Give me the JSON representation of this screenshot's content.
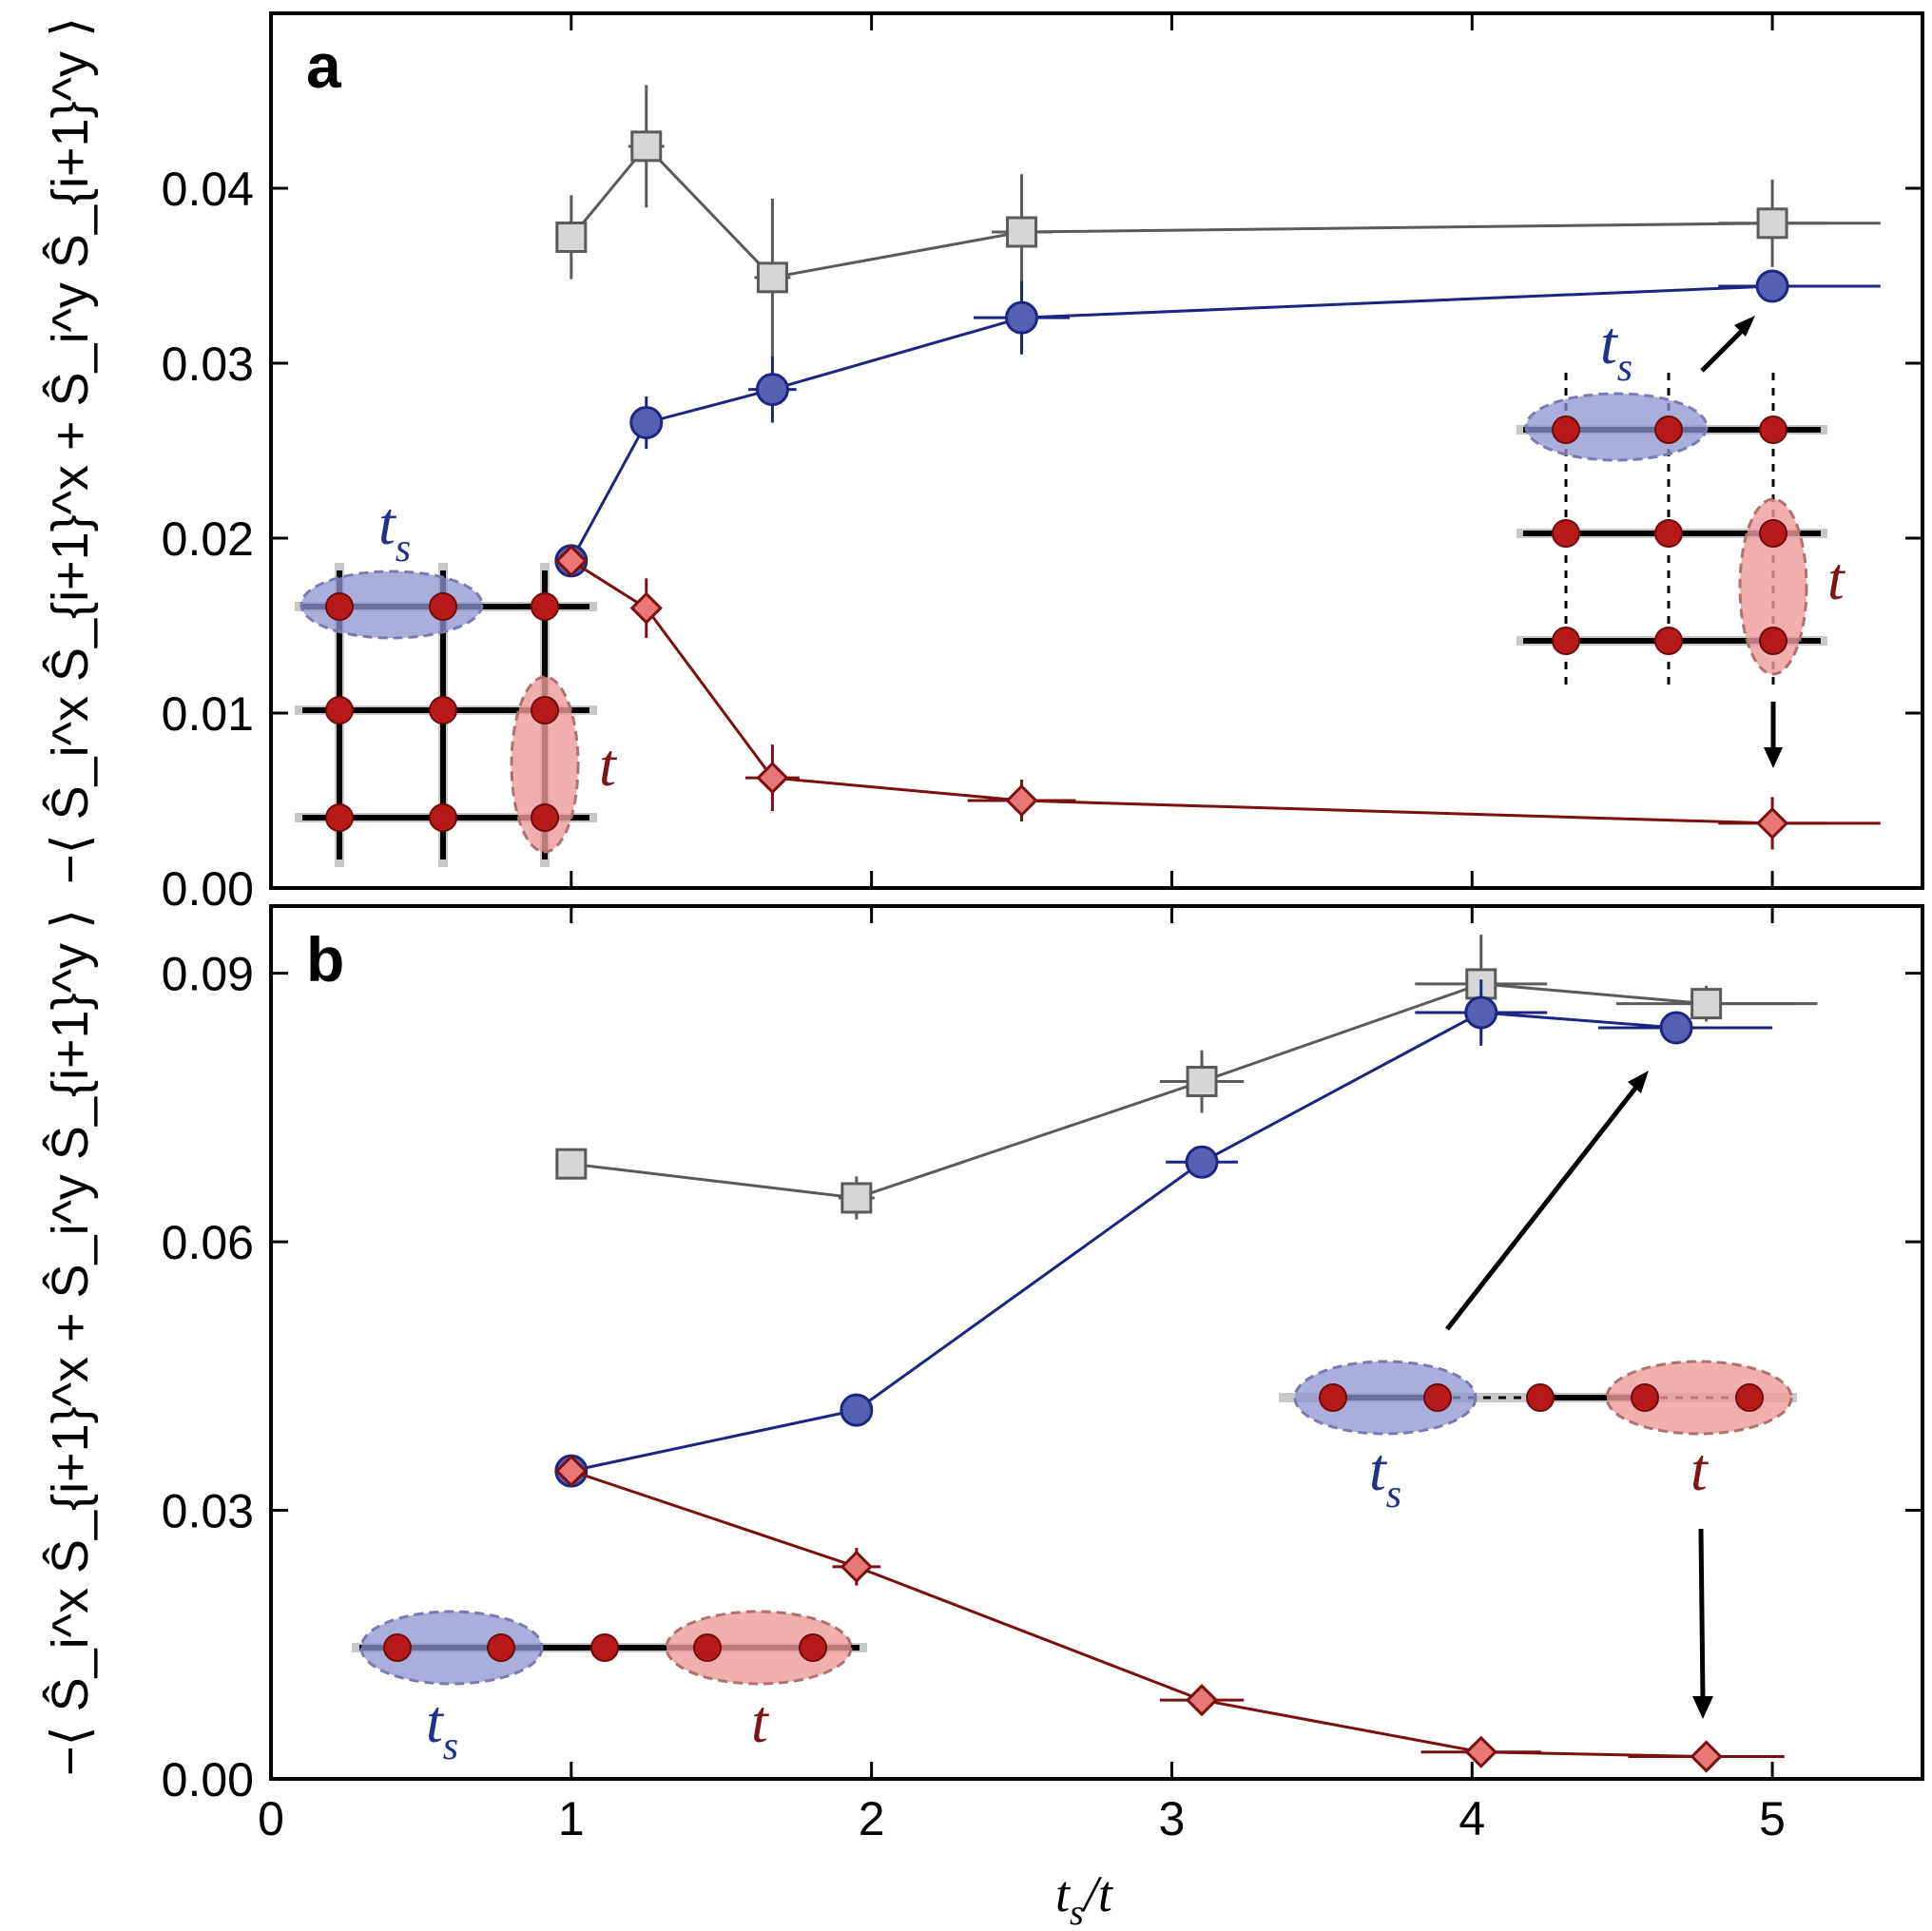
{
  "colors": {
    "gray_line": "#5a5a5a",
    "gray_fill": "#d6d6d6",
    "blue_line": "#1c2580",
    "blue_fill": "#5560b0",
    "red_line": "#7a1010",
    "red_fill": "#e87878",
    "ellipse_blue": "#9aa0d6",
    "ellipse_red": "#f0a0a0",
    "site_red": "#b81a1a"
  },
  "axis": {
    "xlabel_main": "t",
    "xlabel_sub": "s",
    "xlabel_tail": "/t",
    "ylabel": "−⟨ Ŝ_i^x Ŝ_{i+1}^x + Ŝ_i^y Ŝ_{i+1}^y ⟩",
    "xlim": [
      0,
      5.5
    ],
    "xticks": [
      "0",
      "1",
      "2",
      "3",
      "4",
      "5"
    ]
  },
  "annotations": {
    "ts": "t",
    "ts_sub": "s",
    "t": "t"
  },
  "chart_data": [
    {
      "panel": "a",
      "type": "line",
      "ylim": [
        0,
        0.05
      ],
      "yticks": [
        "0.00",
        "0.01",
        "0.02",
        "0.03",
        "0.04"
      ],
      "ytick_values": [
        0,
        0.01,
        0.02,
        0.03,
        0.04
      ],
      "series": [
        {
          "marker": "square",
          "x": [
            1.0,
            1.25,
            1.67,
            2.5,
            5.0,
            5.36
          ],
          "y": [
            0.0372,
            0.0424,
            0.0349,
            0.0375,
            0.038,
            0.038
          ],
          "yerr": [
            0.0024,
            0.0035,
            0.0045,
            0.0033,
            0.0025,
            null
          ],
          "xerr": [
            0.0,
            0.06,
            0.06,
            0.1,
            0.18,
            null
          ]
        },
        {
          "marker": "circle",
          "x": [
            1.0,
            1.25,
            1.67,
            2.5,
            5.0,
            5.36
          ],
          "y": [
            0.0187,
            0.0266,
            0.0285,
            0.0326,
            0.0344,
            0.0344
          ],
          "yerr": [
            0.0008,
            0.0015,
            0.0019,
            0.0021,
            0.0,
            null
          ],
          "xerr": [
            0.0,
            0.04,
            0.08,
            0.16,
            0.18,
            null
          ]
        },
        {
          "marker": "diamond",
          "x": [
            1.0,
            1.25,
            1.67,
            2.5,
            5.0,
            5.36
          ],
          "y": [
            0.0187,
            0.016,
            0.0063,
            0.005,
            0.0037,
            0.0037
          ],
          "yerr": [
            0.0,
            0.0017,
            0.0019,
            0.0012,
            0.0015,
            null
          ],
          "xerr": [
            0.0,
            0.05,
            0.09,
            0.18,
            0.18,
            null
          ]
        }
      ]
    },
    {
      "panel": "b",
      "type": "line",
      "ylim": [
        0,
        0.0975
      ],
      "yticks": [
        "0.00",
        "0.03",
        "0.06",
        "0.09"
      ],
      "ytick_values": [
        0,
        0.03,
        0.06,
        0.09
      ],
      "series": [
        {
          "marker": "square",
          "x": [
            1.0,
            1.95,
            3.1,
            4.03,
            4.78,
            5.15
          ],
          "y": [
            0.0687,
            0.0649,
            0.0779,
            0.0888,
            0.0866,
            0.0866
          ],
          "yerr": [
            0.0,
            0.0024,
            0.0035,
            0.0055,
            0.002,
            null
          ],
          "xerr": [
            0.0,
            0.06,
            0.14,
            0.22,
            0.3,
            null
          ],
          "seg_to_prev": [
            false,
            true,
            true,
            true,
            true,
            true
          ]
        },
        {
          "marker": "circle",
          "x": [
            1.0,
            1.95,
            3.1,
            4.03,
            4.68,
            5.0
          ],
          "y": [
            0.0344,
            0.0412,
            0.0689,
            0.0856,
            0.0839,
            0.0839
          ],
          "yerr": [
            0.0,
            0.0012,
            0.0,
            0.0037,
            0.0,
            null
          ],
          "xerr": [
            0.0,
            0.04,
            0.12,
            0.22,
            0.26,
            null
          ]
        },
        {
          "marker": "diamond",
          "x": [
            1.0,
            1.95,
            3.1,
            4.03,
            4.78,
            5.03
          ],
          "y": [
            0.0344,
            0.0237,
            0.0088,
            0.003,
            0.0025,
            0.0025
          ],
          "yerr": [
            0.0,
            0.0021,
            0.0,
            0.0,
            0.0,
            null
          ],
          "xerr": [
            0.0,
            0.08,
            0.14,
            0.2,
            0.26,
            null
          ]
        }
      ]
    }
  ]
}
